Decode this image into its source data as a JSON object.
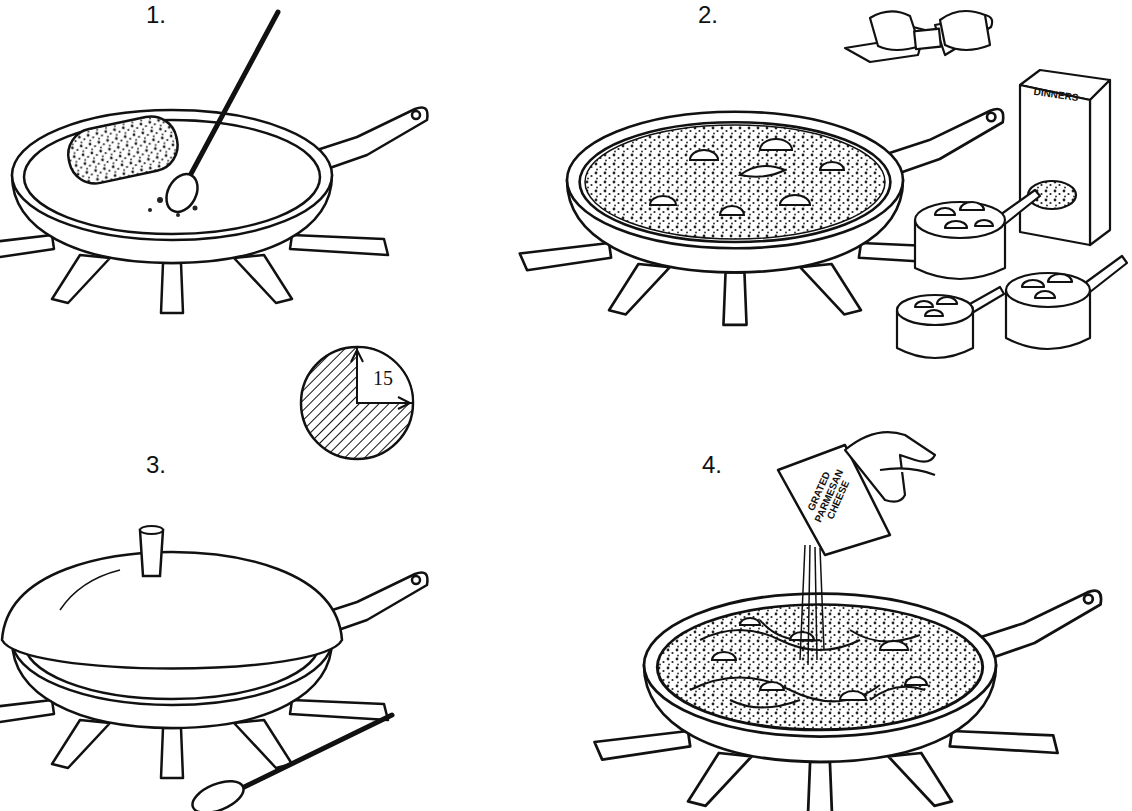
{
  "diagram": {
    "labels": [
      "1.",
      "2.",
      "3.",
      "4.",
      "15",
      "DINNERS",
      "GRATED PARMESAN CHEESE"
    ]
  }
}
